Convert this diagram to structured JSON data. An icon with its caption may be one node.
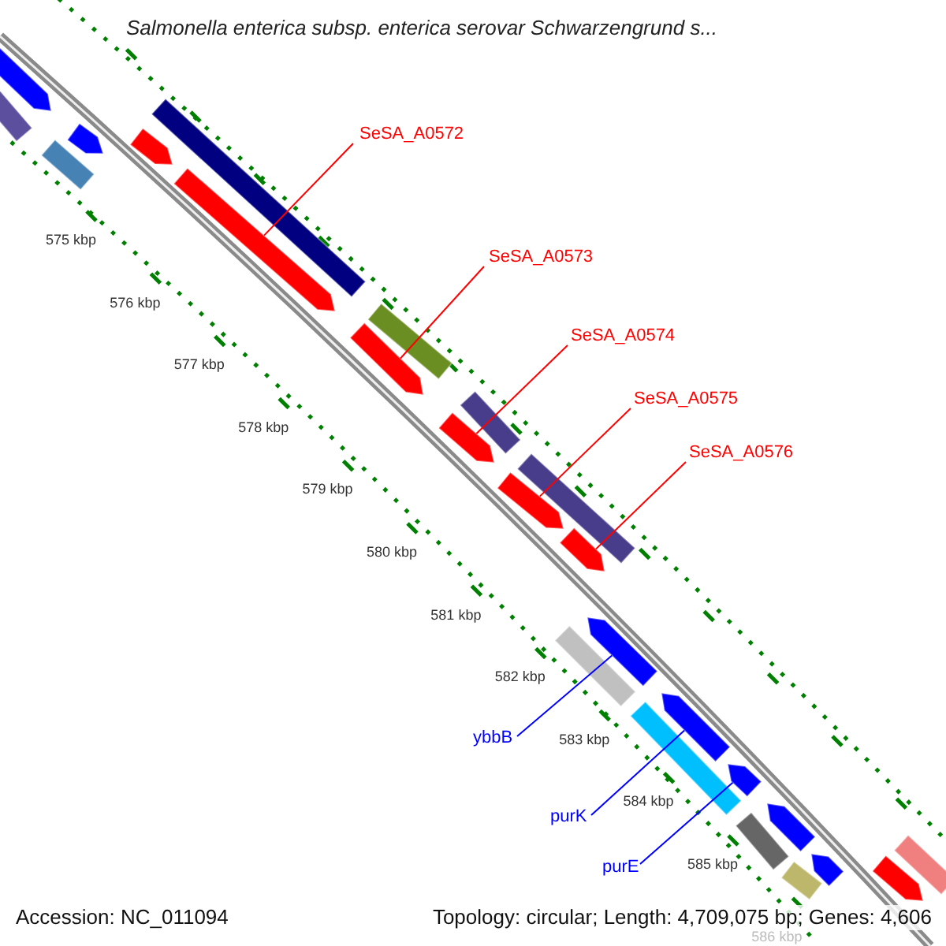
{
  "diagram": {
    "title": "Salmonella enterica subsp. enterica serovar Schwarzengrund s...",
    "nodes": [
      {
        "text": [
          "SeSA_A0572"
        ]
      },
      {
        "text": [
          "SeSA_A0573"
        ]
      },
      {
        "text": [
          "SeSA_A0574"
        ]
      },
      {
        "text": [
          "SeSA_A0575"
        ]
      },
      {
        "text": [
          "SeSA_A0576"
        ]
      },
      {
        "text": [
          "ybbB"
        ]
      },
      {
        "text": [
          "purK"
        ]
      },
      {
        "text": [
          "purE"
        ]
      },
      {
        "text": [],
        "shape": "arrow"
      },
      {
        "text": [],
        "shape": "bar"
      },
      {
        "text": [],
        "shape": "arrow"
      },
      {
        "text": [],
        "shape": "bar"
      },
      {
        "text": [],
        "shape": "bar"
      },
      {
        "text": [],
        "shape": "arrow"
      },
      {
        "text": [],
        "shape": "arrow"
      },
      {
        "text": [],
        "shape": "bar"
      },
      {
        "text": [],
        "shape": "arrow"
      },
      {
        "text": [],
        "shape": "bar"
      },
      {
        "text": [],
        "shape": "arrow"
      },
      {
        "text": [],
        "shape": "bar"
      },
      {
        "text": [],
        "shape": "arrow"
      },
      {
        "text": [],
        "shape": "arrow"
      },
      {
        "text": [],
        "shape": "bar"
      },
      {
        "text": [],
        "shape": "arrow"
      },
      {
        "text": [],
        "shape": "bar"
      },
      {
        "text": [],
        "shape": "arrow"
      },
      {
        "text": [],
        "shape": "arrow"
      },
      {
        "text": [],
        "shape": "bar"
      },
      {
        "text": [],
        "shape": "arrow"
      },
      {
        "text": [],
        "shape": "bar"
      },
      {
        "text": [],
        "shape": "arrow"
      },
      {
        "text": [],
        "shape": "arrow"
      },
      {
        "text": [],
        "shape": "bar"
      }
    ],
    "edges": [
      {
        "from": 0,
        "to": 14,
        "arrow": "none"
      },
      {
        "from": 1,
        "to": 16,
        "arrow": "none"
      },
      {
        "from": 2,
        "to": 18,
        "arrow": "none"
      },
      {
        "from": 3,
        "to": 20,
        "arrow": "none"
      },
      {
        "from": 4,
        "to": 21,
        "arrow": "none"
      },
      {
        "from": 5,
        "to": 23,
        "arrow": "none",
        "color": "#0000ff"
      },
      {
        "from": 6,
        "to": 25,
        "arrow": "none",
        "color": "#0000ff"
      },
      {
        "from": 7,
        "to": 26,
        "arrow": "none",
        "color": "#0000ff"
      }
    ],
    "labels": [
      "575 kbp",
      "576 kbp",
      "577 kbp",
      "578 kbp",
      "579 kbp",
      "580 kbp",
      "581 kbp",
      "582 kbp",
      "583 kbp",
      "584 kbp",
      "585 kbp",
      "586 kbp",
      "Accession: NC_011094",
      "Topology: circular; Length: 4,709,075 bp; Genes: 4,606"
    ]
  }
}
